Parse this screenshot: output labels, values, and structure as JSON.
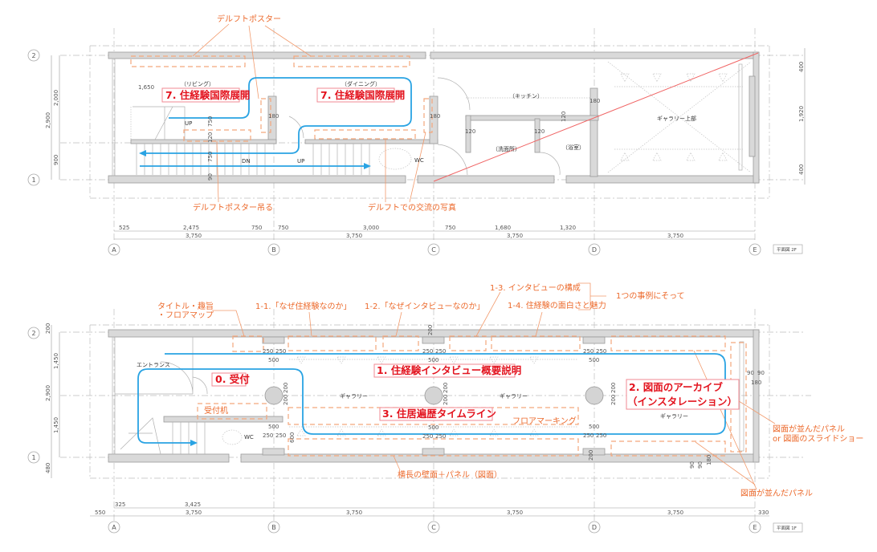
{
  "plan_2f": {
    "title": "平面図 2F",
    "rooms": {
      "living": "（リビング）",
      "dining": "（ダイニング）",
      "kitchen": "（キッチン）",
      "washroom": "（洗面所）",
      "bath": "（浴室）",
      "gallery_above": "ギャラリー上部",
      "wc": "WC",
      "up1": "UP",
      "up2": "UP",
      "dn": "DN"
    },
    "zones": [
      "7. 住経験国際展開",
      "7. 住経験国際展開"
    ],
    "annotations": {
      "poster": "デルフトポスター",
      "poster_hang": "デルフトポスター吊る",
      "photos": "デルフトでの交流の写真"
    },
    "dims_row1": [
      "525",
      "2,475",
      "750",
      "750",
      "3,000",
      "750",
      "1,680",
      "1,320"
    ],
    "dims_row2": [
      "3,750",
      "3,750",
      "3,750",
      "3,750"
    ],
    "dims_left": [
      "2,900",
      "2,000",
      "900"
    ],
    "dims_right": [
      "400",
      "1,920",
      "400"
    ],
    "dims_inner": [
      "1,650",
      "750",
      "120",
      "750",
      "90",
      "180",
      "180",
      "120",
      "120",
      "120",
      "180"
    ]
  },
  "plan_1f": {
    "title": "平面図 1F",
    "rooms": {
      "entrance": "エントランス",
      "gallery1": "ギャラリー",
      "gallery2": "ギャラリー",
      "gallery3": "ギャラリー",
      "wc": "WC"
    },
    "zones": {
      "z0": "0. 受付",
      "z1": "1. 住経験インタビュー概要説明",
      "z2a": "2. 図面のアーカイブ",
      "z2b": "（インスタレーション）",
      "z3": "3. 住居遍歴タイムライン"
    },
    "annotations": {
      "title_a": "タイトル・趣旨",
      "title_b": "・フロアマップ",
      "q11": "1-1.「なぜ住経験なのか」",
      "q12": "1-2.「なぜインタビューなのか」",
      "q13": "1-3. インタビューの構成",
      "q14": "1-4. 住経験の面白さと魅力",
      "case": "1つの事例にそって",
      "desk": "受付机",
      "marking": "フロアマーキング",
      "wall_panel": "横長の壁面＋パネル（図面）",
      "panel_a": "図面が並んだパネル",
      "panel_b": "or 図面のスライドショー",
      "panel2": "図面が並んだパネル"
    },
    "dims_row1": [
      "325",
      "3,425"
    ],
    "dims_row2": [
      "550",
      "3,750",
      "3,750",
      "3,750",
      "3,750",
      "330"
    ],
    "dims_left": [
      "200",
      "1,450",
      "2,900",
      "1,450",
      "480"
    ],
    "dims_inner": [
      "250",
      "250",
      "500",
      "250",
      "250",
      "500",
      "250",
      "250",
      "500",
      "500",
      "250",
      "250",
      "500",
      "250",
      "250",
      "500",
      "250",
      "250",
      "200",
      "200",
      "200",
      "200",
      "200",
      "200",
      "600",
      "90",
      "90",
      "180",
      "200",
      "200",
      "90",
      "90",
      "180"
    ]
  },
  "grid_axes": [
    "A",
    "B",
    "C",
    "D",
    "E"
  ],
  "grid_rows": [
    "2",
    "1"
  ],
  "colors": {
    "zone_text": "#e3141f",
    "annotation": "#ec6a2c",
    "path": "#29a3e3",
    "wall": "#d9d9d9"
  }
}
